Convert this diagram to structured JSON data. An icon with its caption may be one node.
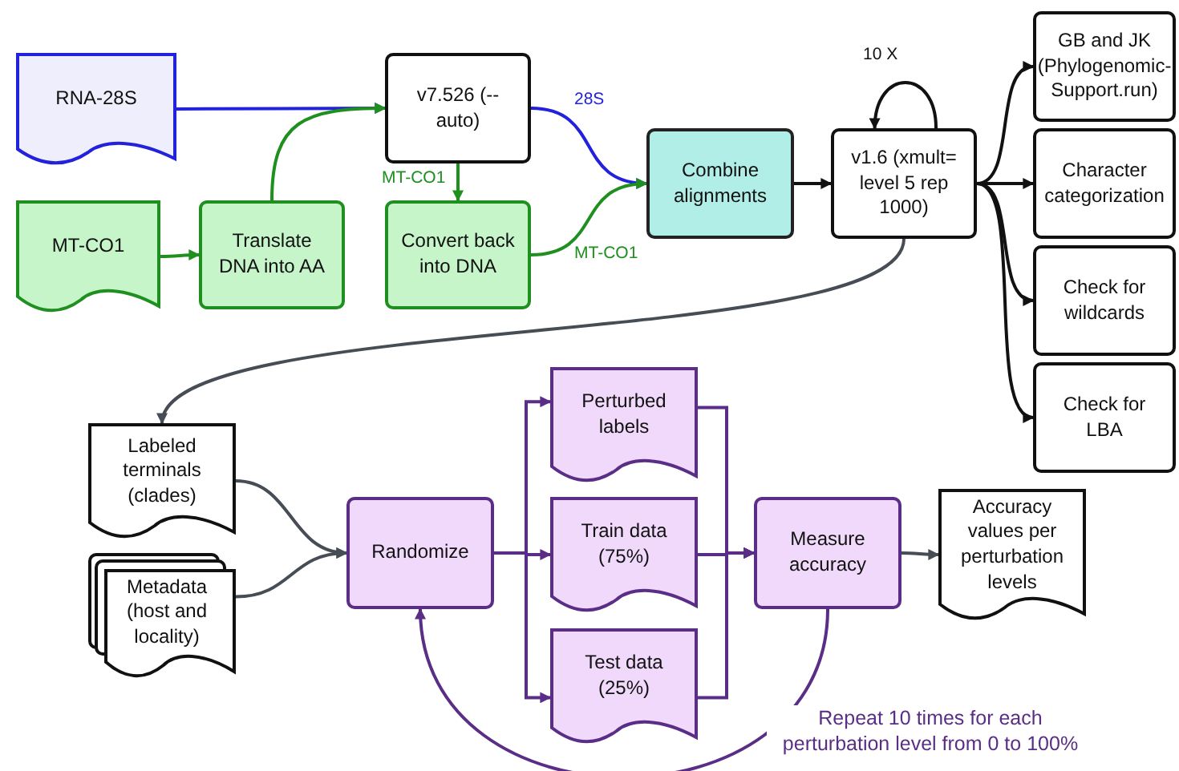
{
  "diagram": {
    "nodes": [
      {
        "text": [
          "RNA-28S"
        ]
      },
      {
        "text": [
          "MT-CO1"
        ]
      },
      {
        "text": [
          "Translate DNA into AA"
        ]
      },
      {
        "text": [
          "v7.526 (--auto)"
        ]
      },
      {
        "text": [
          "Convert back into DNA"
        ]
      },
      {
        "text": [
          "Combine alignments"
        ]
      },
      {
        "text": [
          "v1.6 (xmult= level 5 rep 1000)"
        ]
      },
      {
        "text": [
          "GB and JK (Phylogenomic-Support.run)"
        ]
      },
      {
        "text": [
          "Character categorization"
        ]
      },
      {
        "text": [
          "Check for wildcards"
        ]
      },
      {
        "text": [
          "Check for LBA"
        ]
      },
      {
        "text": [
          "Labeled terminals (clades)"
        ]
      },
      {
        "text": [
          "Metadata (host and locality)"
        ]
      },
      {
        "text": [
          "Randomize"
        ]
      },
      {
        "text": [
          "Perturbed labels"
        ]
      },
      {
        "text": [
          "Train data (75%)"
        ]
      },
      {
        "text": [
          "Test data (25%)"
        ]
      },
      {
        "text": [
          "Measure accuracy"
        ]
      },
      {
        "text": [
          "Accuracy values per perturbation levels"
        ]
      }
    ],
    "edges": [
      {
        "from": 0,
        "to": 3,
        "arrow": "to",
        "color": "#2222dd"
      },
      {
        "from": 1,
        "to": 2,
        "arrow": "to",
        "color": "#1f8f1f"
      },
      {
        "from": 2,
        "to": 3,
        "arrow": "to",
        "color": "#1f8f1f"
      },
      {
        "from": 3,
        "to": 4,
        "arrow": "to",
        "label": "MT-CO1",
        "color": "#1f8f1f"
      },
      {
        "from": 3,
        "to": 5,
        "arrow": "to",
        "label": "28S",
        "color": "#2222dd"
      },
      {
        "from": 4,
        "to": 5,
        "arrow": "to",
        "label": "MT-CO1",
        "color": "#1f8f1f"
      },
      {
        "from": 5,
        "to": 6,
        "arrow": "to",
        "color": "#111111"
      },
      {
        "from": 6,
        "to": 6,
        "arrow": "to",
        "label": "10 X",
        "color": "#111111"
      },
      {
        "from": 6,
        "to": 7,
        "arrow": "to",
        "color": "#111111"
      },
      {
        "from": 6,
        "to": 8,
        "arrow": "to",
        "color": "#111111"
      },
      {
        "from": 6,
        "to": 9,
        "arrow": "to",
        "color": "#111111"
      },
      {
        "from": 6,
        "to": 10,
        "arrow": "to",
        "color": "#111111"
      },
      {
        "from": 6,
        "to": 11,
        "arrow": "to",
        "color": "#464d55"
      },
      {
        "from": 11,
        "to": 13,
        "arrow": "to",
        "color": "#464d55"
      },
      {
        "from": 12,
        "to": 13,
        "arrow": "to",
        "color": "#464d55"
      },
      {
        "from": 13,
        "to": 14,
        "arrow": "to"
      },
      {
        "from": 13,
        "to": 15,
        "arrow": "to"
      },
      {
        "from": 13,
        "to": 16,
        "arrow": "to"
      },
      {
        "from": 14,
        "to": 17,
        "arrow": "to"
      },
      {
        "from": 15,
        "to": 17,
        "arrow": "to"
      },
      {
        "from": 16,
        "to": 17,
        "arrow": "to"
      },
      {
        "from": 17,
        "to": 18,
        "arrow": "to",
        "color": "#464d55"
      },
      {
        "from": 17,
        "to": 13,
        "arrow": "to",
        "label": "Repeat 10 times for each perturbation level from 0 to 100%"
      }
    ]
  }
}
